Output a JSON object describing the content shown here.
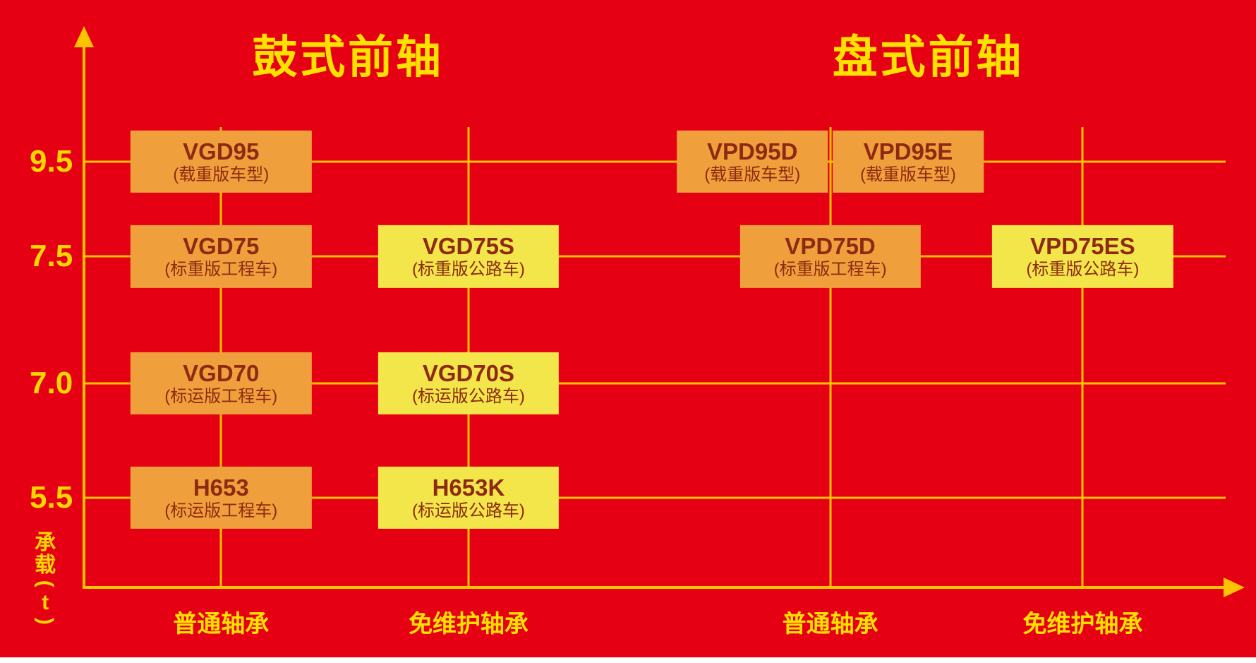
{
  "chart_data": {
    "type": "scatter",
    "title_left": "鼓式前轴",
    "title_right": "盘式前轴",
    "ylabel": "承载(t)",
    "yticks": [
      "9.5",
      "7.5",
      "7.0",
      "5.5"
    ],
    "ytick_values": [
      9.5,
      7.5,
      7.0,
      5.5
    ],
    "x_categories": [
      "普通轴承",
      "免维护轴承",
      "普通轴承",
      "免维护轴承"
    ],
    "sections": [
      {
        "title": "鼓式前轴",
        "bearing_columns": [
          "普通轴承",
          "免维护轴承"
        ]
      },
      {
        "title": "盘式前轴",
        "bearing_columns": [
          "普通轴承",
          "免维护轴承"
        ]
      }
    ],
    "grid": true,
    "points": [
      {
        "model": "VGD95",
        "variant": "(载重版车型)",
        "load_t": 9.5,
        "bearing": "普通轴承",
        "section": "鼓式前轴",
        "style": "orange",
        "col": 0,
        "row": 0
      },
      {
        "model": "VGD75",
        "variant": "(标重版工程车)",
        "load_t": 7.5,
        "bearing": "普通轴承",
        "section": "鼓式前轴",
        "style": "orange",
        "col": 0,
        "row": 1
      },
      {
        "model": "VGD75S",
        "variant": "(标重版公路车)",
        "load_t": 7.5,
        "bearing": "免维护轴承",
        "section": "鼓式前轴",
        "style": "yellow",
        "col": 1,
        "row": 1
      },
      {
        "model": "VGD70",
        "variant": "(标运版工程车)",
        "load_t": 7.0,
        "bearing": "普通轴承",
        "section": "鼓式前轴",
        "style": "orange",
        "col": 0,
        "row": 2
      },
      {
        "model": "VGD70S",
        "variant": "(标运版公路车)",
        "load_t": 7.0,
        "bearing": "免维护轴承",
        "section": "鼓式前轴",
        "style": "yellow",
        "col": 1,
        "row": 2
      },
      {
        "model": "H653",
        "variant": "(标运版工程车)",
        "load_t": 5.5,
        "bearing": "普通轴承",
        "section": "鼓式前轴",
        "style": "orange",
        "col": 0,
        "row": 3
      },
      {
        "model": "H653K",
        "variant": "(标运版公路车)",
        "load_t": 5.5,
        "bearing": "免维护轴承",
        "section": "鼓式前轴",
        "style": "yellow",
        "col": 1,
        "row": 3
      },
      {
        "model": "VPD95D",
        "variant": "(载重版车型)",
        "load_t": 9.5,
        "bearing": "普通轴承",
        "section": "盘式前轴",
        "style": "orange",
        "col": 2,
        "row": 0,
        "dx": -6.2,
        "w": 12.0
      },
      {
        "model": "VPD95E",
        "variant": "(载重版车型)",
        "load_t": 9.5,
        "bearing": "普通轴承",
        "section": "盘式前轴",
        "style": "orange",
        "col": 2,
        "row": 0,
        "dx": 6.2,
        "w": 12.0
      },
      {
        "model": "VPD75D",
        "variant": "(标重版工程车)",
        "load_t": 7.5,
        "bearing": "普通轴承",
        "section": "盘式前轴",
        "style": "orange",
        "col": 2,
        "row": 1
      },
      {
        "model": "VPD75ES",
        "variant": "(标重版公路车)",
        "load_t": 7.5,
        "bearing": "免维护轴承",
        "section": "盘式前轴",
        "style": "yellow",
        "col": 3,
        "row": 1
      }
    ]
  },
  "colors": {
    "background": "#e60014",
    "axis": "#fcc400",
    "title": "#ffe100",
    "tick": "#ffd700",
    "box_orange": "#efa03d",
    "box_yellow": "#f2e64a",
    "box_text": "#8f2a12"
  }
}
